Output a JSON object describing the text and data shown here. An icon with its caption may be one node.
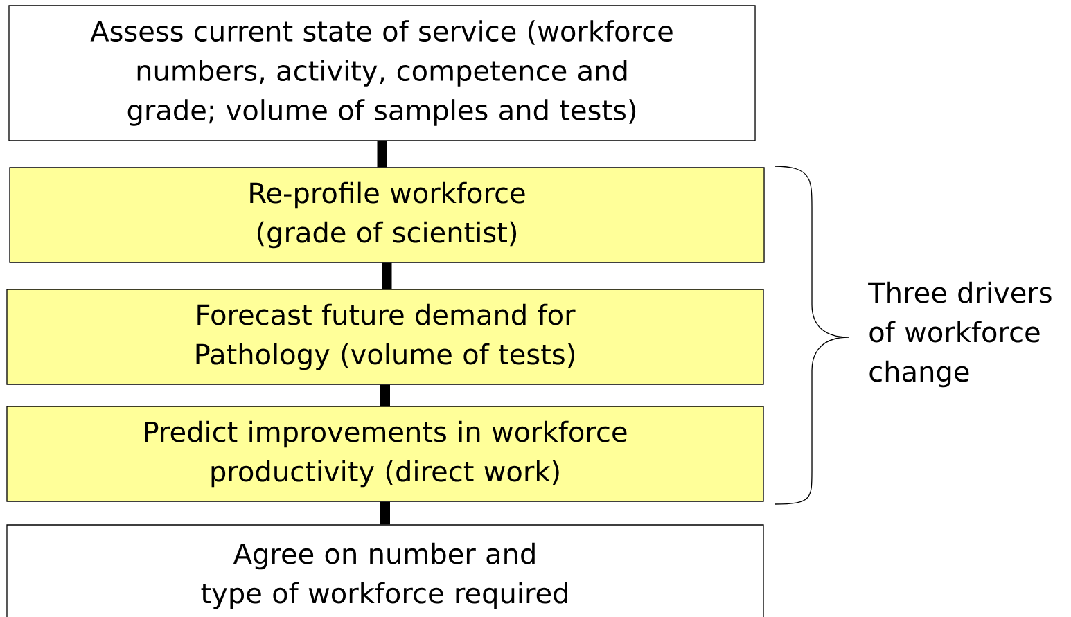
{
  "diagram": {
    "nodes": [
      {
        "text": [
          "Assess current state of service (workforce numbers, activity, competence and grade; volume of samples and tests)"
        ]
      },
      {
        "text": [
          "Re-profile workforce (grade of scientist)"
        ]
      },
      {
        "text": [
          "Forecast future demand for Pathology (volume of tests)"
        ]
      },
      {
        "text": [
          "Predict improvements in workforce productivity (direct work)"
        ]
      },
      {
        "text": [
          "Agree on number and type of workforce required"
        ]
      }
    ],
    "edges": [
      {
        "from": 0,
        "to": 1,
        "arrow": "none"
      },
      {
        "from": 1,
        "to": 2,
        "arrow": "none"
      },
      {
        "from": 2,
        "to": 3,
        "arrow": "none"
      },
      {
        "from": 3,
        "to": 4,
        "arrow": "none"
      }
    ],
    "labels": [
      "Three drivers of workforce change"
    ]
  }
}
